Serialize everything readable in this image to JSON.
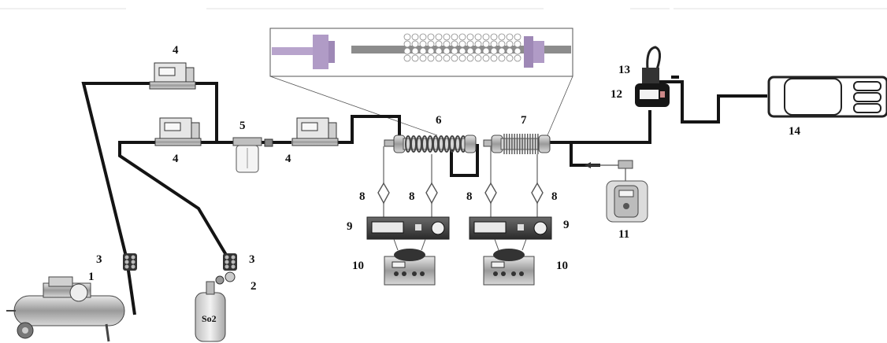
{
  "diagram": {
    "labels": {
      "n1": "1",
      "n2": "2",
      "n3a": "3",
      "n3b": "3",
      "n4a": "4",
      "n4b": "4",
      "n4c": "4",
      "n5": "5",
      "n6": "6",
      "n7": "7",
      "n8a": "8",
      "n8b": "8",
      "n8c": "8",
      "n8d": "8",
      "n9a": "9",
      "n9b": "9",
      "n10a": "10",
      "n10b": "10",
      "n11": "11",
      "n12": "12",
      "n13": "13",
      "n14": "14"
    },
    "cylinder_label": "So2"
  }
}
